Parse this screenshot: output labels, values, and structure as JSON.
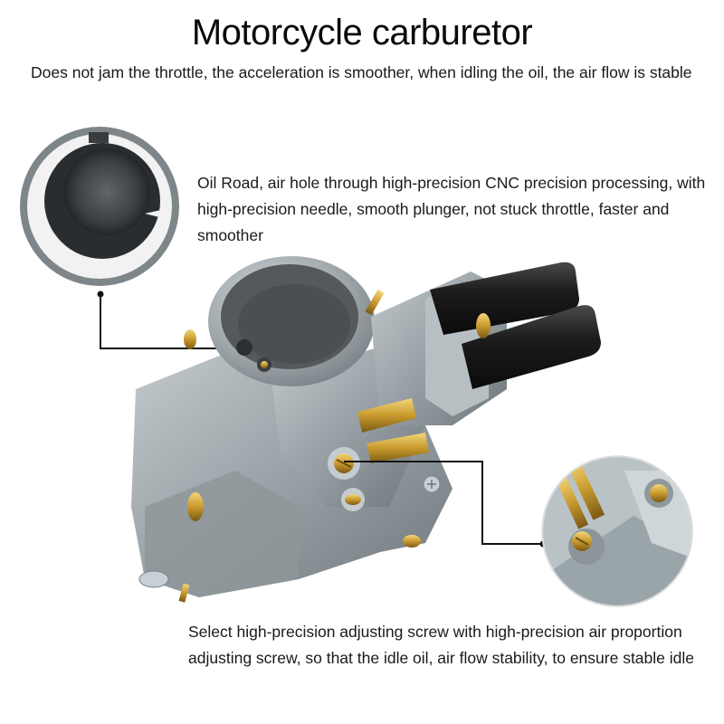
{
  "header": {
    "title": "Motorcycle carburetor",
    "subtitle": "Does not jam the throttle, the acceleration is smoother, when idling the oil, the air flow is stable"
  },
  "callouts": [
    {
      "id": "intake-bore",
      "text": "Oil Road, air hole through high-precision CNC precision processing, with high-precision needle, smooth plunger, not stuck throttle, faster and smoother"
    },
    {
      "id": "adjusting-screw",
      "text": "Select high-precision adjusting screw with high-precision air proportion adjusting screw, so that the idle oil, air flow stability, to ensure stable idle"
    }
  ],
  "colors": {
    "background": "#ffffff",
    "text": "#111111",
    "leader_line": "#111111",
    "metal": "#a9b0b3",
    "brass": "#c9a036",
    "rubber": "#1b1b1b"
  }
}
